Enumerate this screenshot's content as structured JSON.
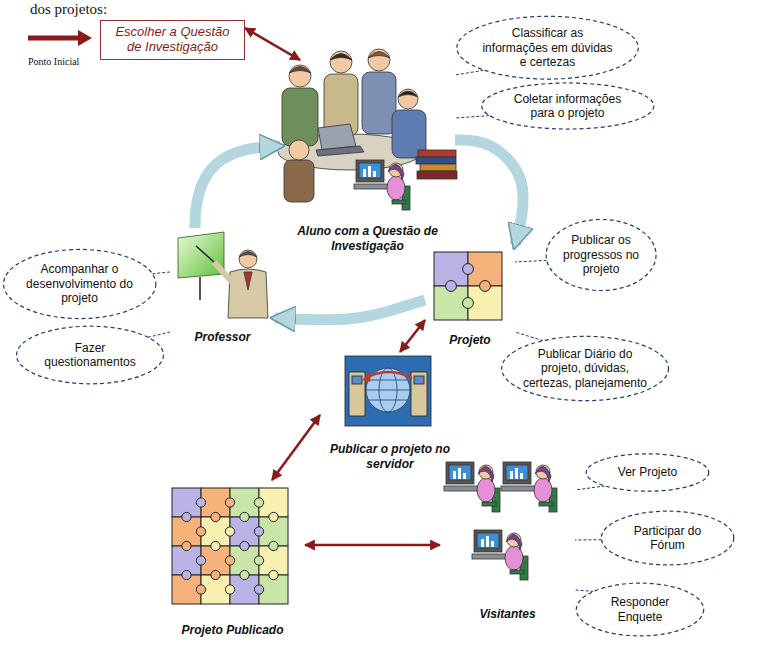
{
  "diagram": {
    "nodes": [
      {
        "text": [
          "Escolher a Questão de Investigação"
        ]
      },
      {
        "text": [
          "Aluno com a Questão de Investigação"
        ]
      },
      {
        "text": [
          "Classificar as informações em dúvidas e certezas"
        ]
      },
      {
        "text": [
          "Coletar informações para o projeto"
        ]
      },
      {
        "text": [
          "Professor"
        ]
      },
      {
        "text": [
          "Acompanhar o desenvolvimento do projeto"
        ]
      },
      {
        "text": [
          "Fazer questionamentos"
        ]
      },
      {
        "text": [
          "Projeto"
        ]
      },
      {
        "text": [
          "Publicar os progressos no projeto"
        ]
      },
      {
        "text": [
          "Publicar Diário do projeto, dúvidas, certezas, planejamento"
        ]
      },
      {
        "text": [
          "Publicar o projeto no servidor"
        ]
      },
      {
        "text": [
          "Projeto Publicado"
        ]
      },
      {
        "text": [
          "Visitantes"
        ]
      },
      {
        "text": [
          "Ver Projeto"
        ]
      },
      {
        "text": [
          "Participar do Fórum"
        ]
      },
      {
        "text": [
          "Responder Enquete"
        ]
      }
    ],
    "edges": [
      {
        "from": 0,
        "to": 1,
        "arrow": "both"
      },
      {
        "from": 1,
        "to": 7,
        "arrow": "to"
      },
      {
        "from": 7,
        "to": 4,
        "arrow": "to"
      },
      {
        "from": 4,
        "to": 1,
        "arrow": "to"
      },
      {
        "from": 7,
        "to": 10,
        "arrow": "both"
      },
      {
        "from": 10,
        "to": 11,
        "arrow": "both"
      },
      {
        "from": 11,
        "to": 12,
        "arrow": "both"
      },
      {
        "from": 2,
        "to": 1,
        "arrow": "none"
      },
      {
        "from": 3,
        "to": 1,
        "arrow": "none"
      },
      {
        "from": 5,
        "to": 4,
        "arrow": "none"
      },
      {
        "from": 6,
        "to": 4,
        "arrow": "none"
      },
      {
        "from": 8,
        "to": 7,
        "arrow": "none"
      },
      {
        "from": 9,
        "to": 7,
        "arrow": "none"
      },
      {
        "from": 13,
        "to": 12,
        "arrow": "none"
      },
      {
        "from": 14,
        "to": 12,
        "arrow": "none"
      },
      {
        "from": 15,
        "to": 12,
        "arrow": "none"
      }
    ],
    "labels": [
      "dos projetos:",
      "Ponto Inicial"
    ]
  }
}
